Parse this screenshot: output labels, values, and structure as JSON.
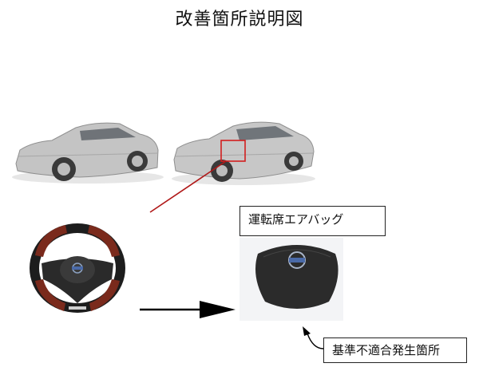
{
  "title": "改善箇所説明図",
  "labels": {
    "airbag": "運転席エアバッグ",
    "defect": "基準不適合発生箇所"
  },
  "colors": {
    "highlight": "#d21e1e",
    "car_body": "#c2c2c2",
    "wheel_wood": "#7a2a1c",
    "airbag": "#2b2b2b",
    "arrow": "#000000"
  }
}
